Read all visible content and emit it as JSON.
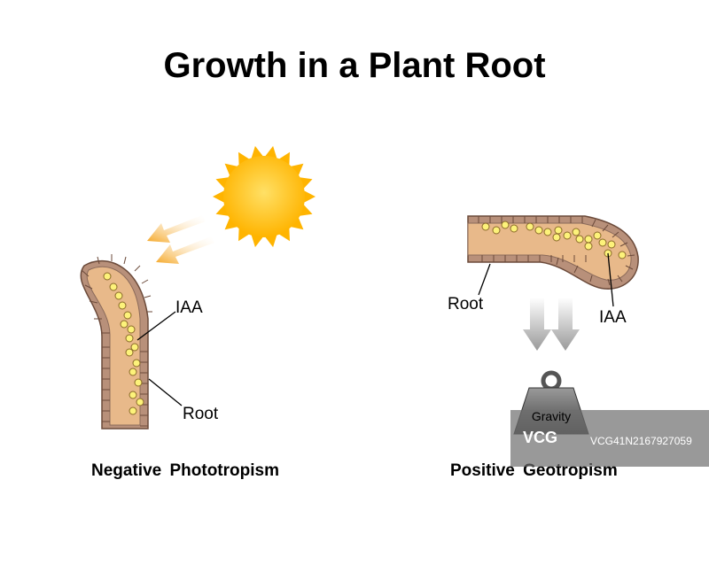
{
  "title": "Growth in a Plant Root",
  "left_panel": {
    "caption": "Negative Phototropism",
    "label_iaa": "IAA",
    "label_root": "Root",
    "sun_icon": "sun-icon",
    "light_icon": "light-arrow-icon"
  },
  "right_panel": {
    "caption": "Positive Geotropism",
    "label_root": "Root",
    "label_iaa": "IAA",
    "weight_label": "Gravity",
    "weight_icon": "weight-icon",
    "gravity_icon": "gravity-arrow-icon"
  },
  "watermark": {
    "logo": "VCG",
    "id": "VCG41N2167927059"
  },
  "colors": {
    "root_fill": "#e8b98a",
    "root_cells": "#b8907a",
    "iaa_fill": "#fdf27a",
    "sun": "#ffb400",
    "arrow": "#f5a623",
    "weight": "#6e6e6e"
  }
}
